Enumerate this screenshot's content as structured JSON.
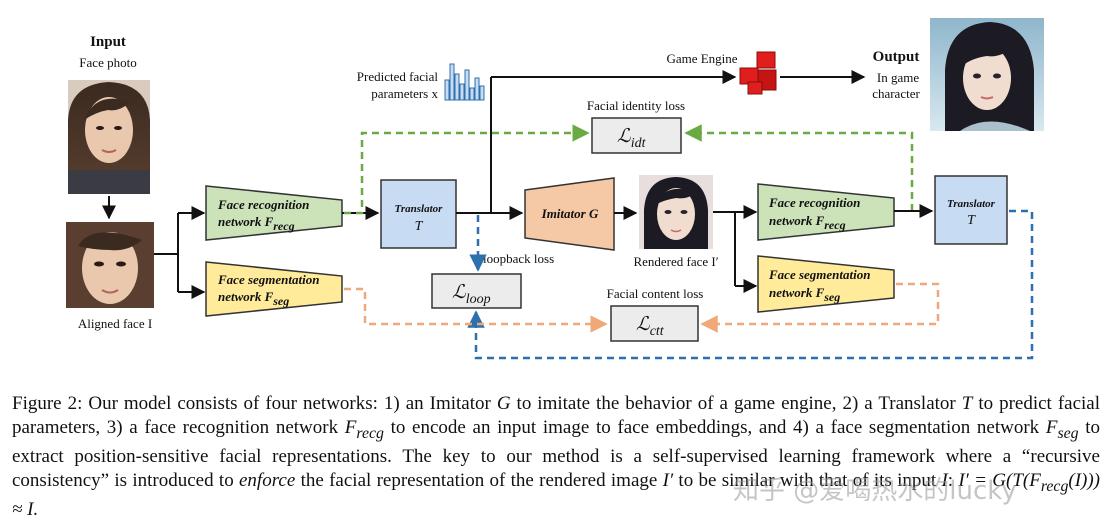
{
  "input": {
    "title": "Input",
    "subtitle": "Face photo",
    "aligned_label": "Aligned face I"
  },
  "output": {
    "title": "Output",
    "line1": "In game",
    "line2": "character"
  },
  "game_engine": "Game Engine",
  "predicted_params": {
    "line1": "Predicted facial",
    "line2": "parameters x"
  },
  "networks": {
    "face_recognition_1": {
      "line1": "Face recognition",
      "line2": "network F",
      "sub": "recg"
    },
    "face_segmentation_1": {
      "line1": "Face segmentation",
      "line2": "network F",
      "sub": "seg"
    },
    "translator_1": {
      "line1": "Translator",
      "line2": "T"
    },
    "imitator": {
      "label": "Imitator G"
    },
    "face_recognition_2": {
      "line1": "Face recognition",
      "line2": "network F",
      "sub": "recg"
    },
    "face_segmentation_2": {
      "line1": "Face segmentation",
      "line2": "network F",
      "sub": "seg"
    },
    "translator_2": {
      "line1": "Translator",
      "line2": "T"
    }
  },
  "rendered_label": "Rendered face I′",
  "losses": {
    "idt": {
      "title": "Facial identity loss",
      "symbol": "ℒ",
      "sub": "idt"
    },
    "loop": {
      "title": "loopback loss",
      "symbol": "ℒ",
      "sub": "loop"
    },
    "ctt": {
      "title": "Facial content loss",
      "symbol": "ℒ",
      "sub": "ctt"
    }
  },
  "colors": {
    "green_fill": "#cce3b9",
    "green_line": "#6aaa42",
    "yellow_fill": "#ffeb99",
    "yellow_line": "#e8b530",
    "blue_fill": "#c7dbf2",
    "blue_line": "#2e6fad",
    "orange_fill": "#f6c9a6",
    "orange_line": "#f0a878",
    "red_engine": "#e01e1e"
  },
  "caption": {
    "p1": "Figure 2: Our model consists of four networks: 1) an Imitator ",
    "v_G": "G",
    "p2": " to imitate the behavior of a game engine, 2) a Translator ",
    "v_T": "T",
    "p3": " to predict facial parameters, 3) a face recognition network ",
    "v_F": "F",
    "s_recg": "recg",
    "p4": " to encode an input image to face embeddings, and 4) a face segmentation network ",
    "s_seg": "seg",
    "p5": " to extract position-sensitive facial representations. The key to our method is a self-supervised learning framework where a “recursive consistency” is introduced to ",
    "em_enforce": "enforce",
    "p6": " the facial representation of the rendered image ",
    "v_I2": "I′",
    "p7": " to be similar with that of its input ",
    "v_I": "I",
    "p8": ": ",
    "formula": "I′ = G(T(F",
    "formula_end": "(I))) ≈ I."
  },
  "watermark": "知乎 @爱喝热水的lucky"
}
